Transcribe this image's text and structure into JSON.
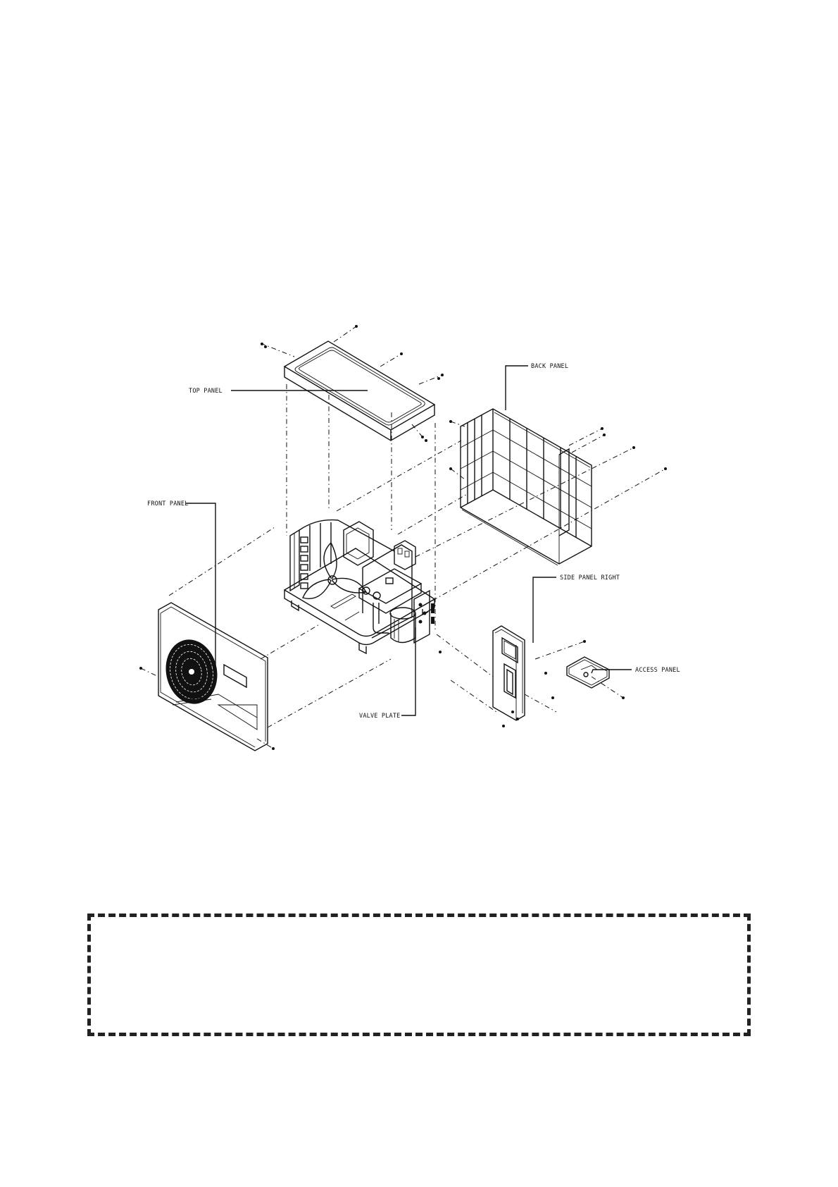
{
  "labels": {
    "top_panel": "TOP PANEL",
    "back_panel": "BACK PANEL",
    "front_panel": "FRONT PANEL",
    "side_panel_right": "SIDE PANEL RIGHT",
    "access_panel": "ACCESS PANEL",
    "valve_plate": "VALVE PLATE"
  },
  "note_box": {
    "text": ""
  }
}
